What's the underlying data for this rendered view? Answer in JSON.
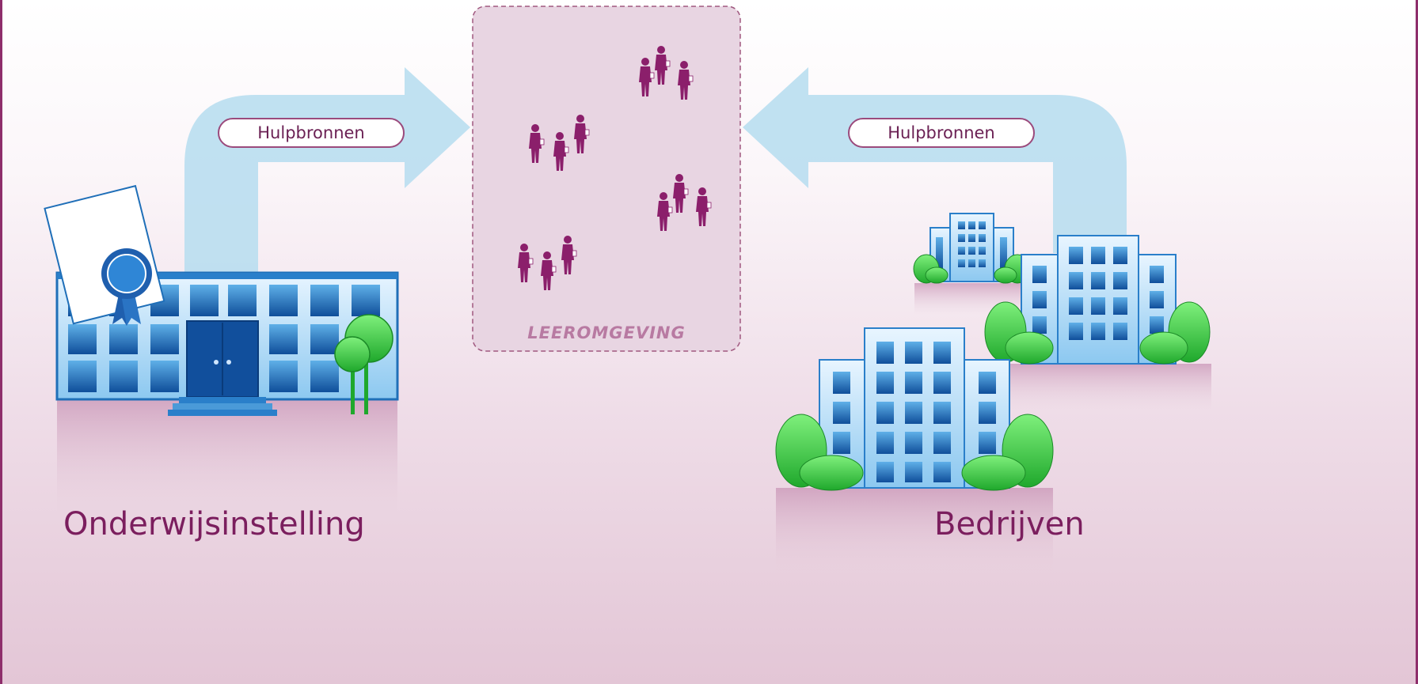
{
  "diagram": {
    "left_arrow_label": "Hulpbronnen",
    "right_arrow_label": "Hulpbronnen",
    "environment_label": "LEEROMGEVING",
    "left_entity": "Onderwijsinstelling",
    "right_entity": "Bedrijven"
  },
  "colors": {
    "accent": "#7b1e5e",
    "arrow": "#b9def0",
    "building": "#3a8fd0",
    "tree": "#3fd14a"
  }
}
